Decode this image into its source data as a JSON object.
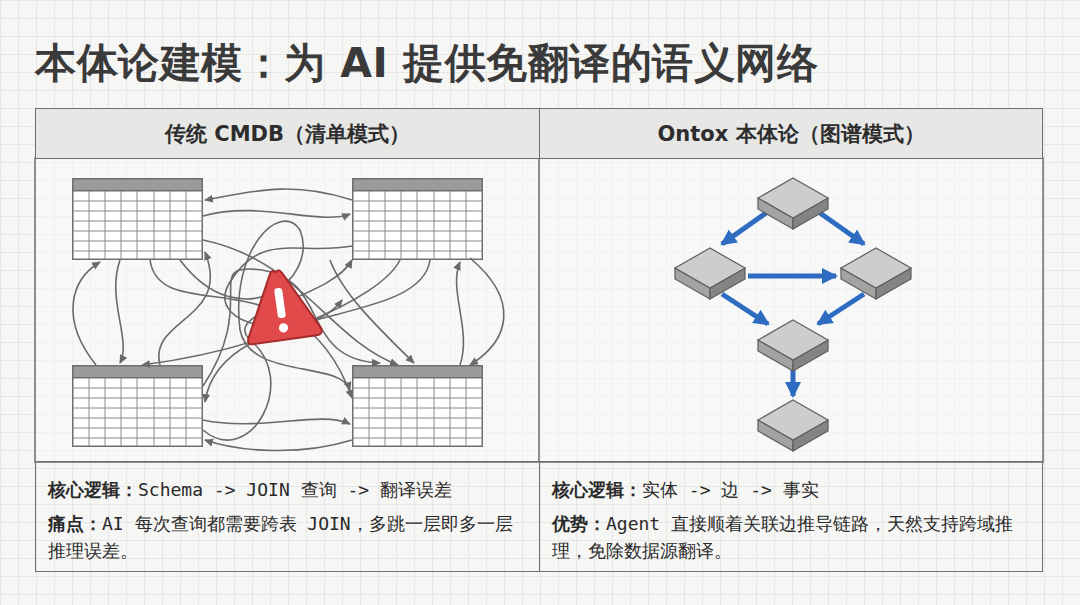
{
  "diagram": {
    "title": "本体论建模：为 AI 提供免翻译的语义网络",
    "nodes": [
      {
        "text": [
          "传统 CMDB（清单模式）"
        ]
      },
      {
        "text": [
          "Ontox 本体论（图谱模式）"
        ]
      },
      {
        "text": [
          "核心逻辑：",
          "Schema -> JOIN 查询 -> 翻译误差",
          "痛点：",
          "AI 每次查询都需要跨表 JOIN，多跳一层即多一层推理误差。"
        ]
      },
      {
        "text": [
          "核心逻辑：",
          "实体 -> 边 -> 事实",
          "优势：",
          "Agent 直接顺着关联边推导链路，天然支持跨域推理，免除数据源翻译。"
        ]
      }
    ]
  }
}
